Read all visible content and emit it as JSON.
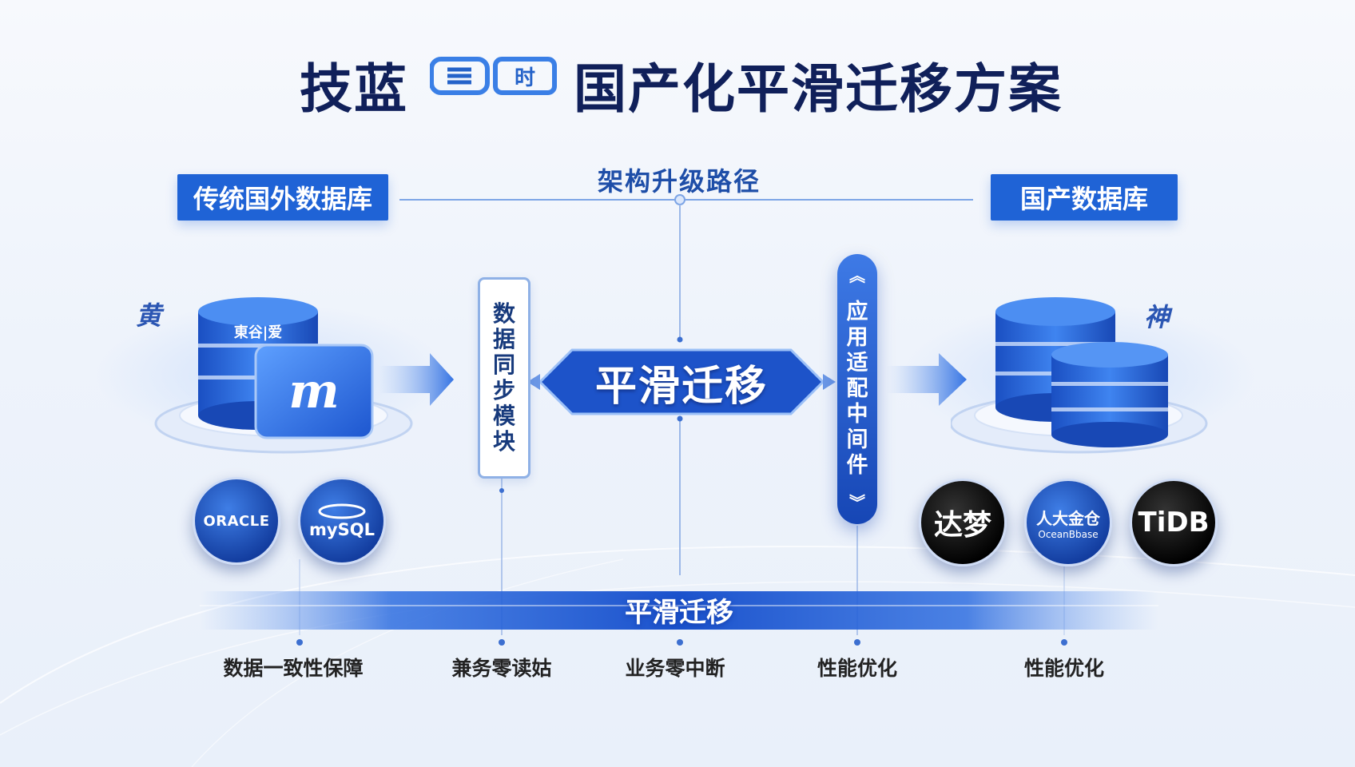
{
  "title": {
    "prefix": "技蓝",
    "main": "国产化平滑迁移方案",
    "logo_glyph": "时"
  },
  "tags": {
    "left": "传统国外数据库",
    "right": "国产数据库"
  },
  "path_label": "架构升级路径",
  "left_db": {
    "label_on_cylinder": "東谷|爱",
    "card_glyph": "m"
  },
  "side_scripts": {
    "left": "黄",
    "right": "神"
  },
  "sync_module": [
    "数",
    "据",
    "同",
    "步",
    "模",
    "块"
  ],
  "center_banner": "平滑迁移",
  "middleware": [
    "应",
    "用",
    "适",
    "配",
    "中",
    "间",
    "件"
  ],
  "left_logos": [
    {
      "name": "oracle-logo",
      "text": "ORACLE"
    },
    {
      "name": "mysql-logo",
      "text": "mySQL"
    }
  ],
  "right_logos": [
    {
      "name": "dameng-logo",
      "text": "达梦",
      "sub": ""
    },
    {
      "name": "oceanbase-logo",
      "text": "人大金仓",
      "sub": "OceanBbase"
    },
    {
      "name": "tidb-logo",
      "text": "TiDB",
      "sub": ""
    }
  ],
  "bottom_band_label": "平滑迁移",
  "features": [
    "数据一致性保障",
    "兼务零读姑",
    "业务零中断",
    "性能优化",
    "性能优化"
  ],
  "colors": {
    "accent": "#1f63d6",
    "dark_title": "#10205a",
    "band": "#2f6ee0"
  }
}
